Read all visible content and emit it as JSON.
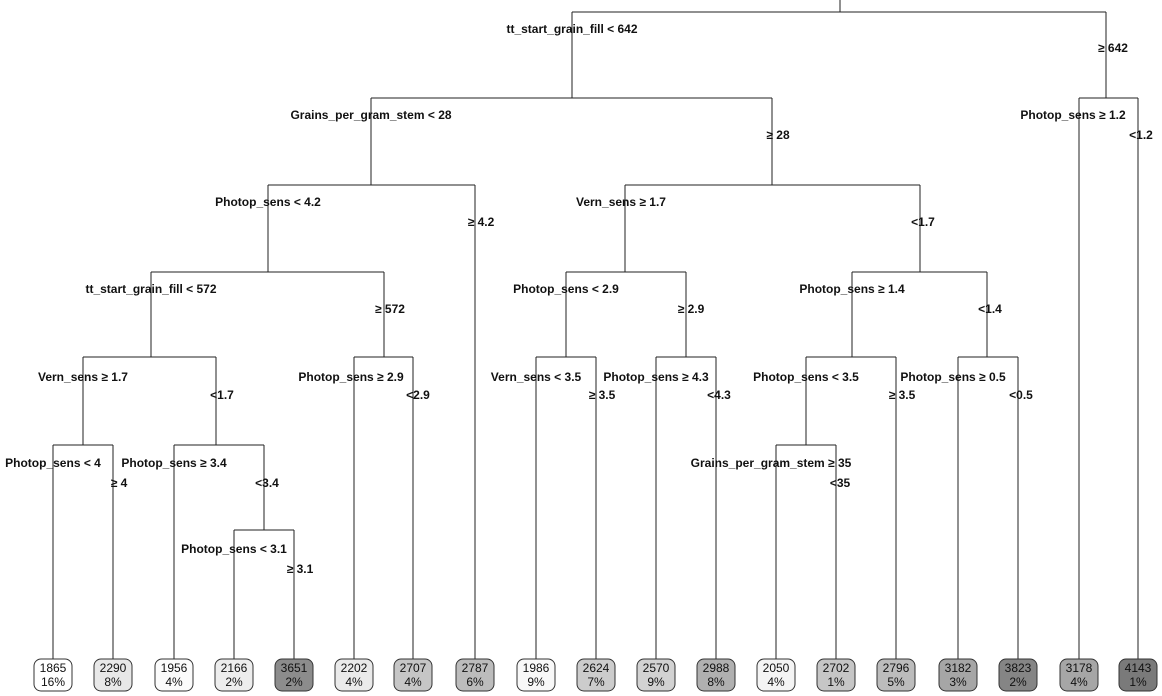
{
  "nodes": [
    {
      "id": "n1",
      "label": "tt_start_grain_fill < 642"
    },
    {
      "id": "n2",
      "label": "Grains_per_gram_stem < 28"
    },
    {
      "id": "n3",
      "label": "Photop_sens < 4.2"
    },
    {
      "id": "n4",
      "label": "tt_start_grain_fill < 572"
    },
    {
      "id": "n5",
      "label": "Vern_sens ≥ 1.7"
    },
    {
      "id": "n6",
      "label": "Photop_sens < 4"
    },
    {
      "id": "n7",
      "label": "Photop_sens ≥ 3.4"
    },
    {
      "id": "n8",
      "label": "Photop_sens < 3.1"
    },
    {
      "id": "n9",
      "label": "Photop_sens ≥ 2.9"
    },
    {
      "id": "n10",
      "label": "Vern_sens ≥ 1.7"
    },
    {
      "id": "n11",
      "label": "Photop_sens < 2.9"
    },
    {
      "id": "n12",
      "label": "Vern_sens < 3.5"
    },
    {
      "id": "n13",
      "label": "Photop_sens ≥ 4.3"
    },
    {
      "id": "n14",
      "label": "Photop_sens ≥ 1.4"
    },
    {
      "id": "n15",
      "label": "Photop_sens < 3.5"
    },
    {
      "id": "n16",
      "label": "Grains_per_gram_stem ≥ 35"
    },
    {
      "id": "n17",
      "label": "Photop_sens ≥ 0.5"
    },
    {
      "id": "n18",
      "label": "Photop_sens ≥ 1.2"
    }
  ],
  "edge_labels": [
    {
      "id": "e1",
      "text": "≥ 642"
    },
    {
      "id": "e2",
      "text": "≥ 28"
    },
    {
      "id": "e3",
      "text": "≥ 4.2"
    },
    {
      "id": "e4",
      "text": "≥ 572"
    },
    {
      "id": "e5",
      "text": "<1.7"
    },
    {
      "id": "e6",
      "text": "≥ 4"
    },
    {
      "id": "e7",
      "text": "<3.4"
    },
    {
      "id": "e8",
      "text": "≥ 3.1"
    },
    {
      "id": "e9",
      "text": "<2.9"
    },
    {
      "id": "e10",
      "text": "<1.7"
    },
    {
      "id": "e11",
      "text": "≥ 2.9"
    },
    {
      "id": "e12",
      "text": "≥ 3.5"
    },
    {
      "id": "e13",
      "text": "<4.3"
    },
    {
      "id": "e14",
      "text": "<1.4"
    },
    {
      "id": "e15",
      "text": "≥ 3.5"
    },
    {
      "id": "e16",
      "text": "<35"
    },
    {
      "id": "e17",
      "text": "<0.5"
    },
    {
      "id": "e18",
      "text": "<1.2"
    }
  ],
  "leaves": [
    {
      "value": "1865",
      "pct": "16%",
      "fill": "#ffffff"
    },
    {
      "value": "2290",
      "pct": "8%",
      "fill": "#e8e8e8"
    },
    {
      "value": "1956",
      "pct": "4%",
      "fill": "#fbfbfb"
    },
    {
      "value": "2166",
      "pct": "2%",
      "fill": "#ededed"
    },
    {
      "value": "3651",
      "pct": "2%",
      "fill": "#8c8c8c"
    },
    {
      "value": "2202",
      "pct": "4%",
      "fill": "#eaeaea"
    },
    {
      "value": "2707",
      "pct": "4%",
      "fill": "#c6c6c6"
    },
    {
      "value": "2787",
      "pct": "6%",
      "fill": "#bcbcbc"
    },
    {
      "value": "1986",
      "pct": "9%",
      "fill": "#f8f8f8"
    },
    {
      "value": "2624",
      "pct": "7%",
      "fill": "#cccccc"
    },
    {
      "value": "2570",
      "pct": "9%",
      "fill": "#d2d2d2"
    },
    {
      "value": "2988",
      "pct": "8%",
      "fill": "#b0b0b0"
    },
    {
      "value": "2050",
      "pct": "4%",
      "fill": "#f4f4f4"
    },
    {
      "value": "2702",
      "pct": "1%",
      "fill": "#c6c6c6"
    },
    {
      "value": "2796",
      "pct": "5%",
      "fill": "#bcbcbc"
    },
    {
      "value": "3182",
      "pct": "3%",
      "fill": "#a6a6a6"
    },
    {
      "value": "3823",
      "pct": "2%",
      "fill": "#858585"
    },
    {
      "value": "3178",
      "pct": "4%",
      "fill": "#a6a6a6"
    },
    {
      "value": "4143",
      "pct": "1%",
      "fill": "#7a7a7a"
    }
  ]
}
